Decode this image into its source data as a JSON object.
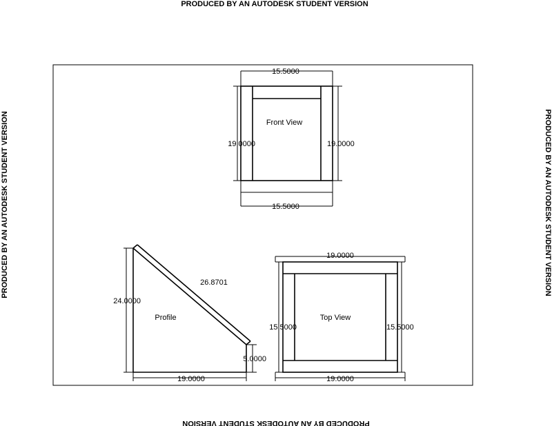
{
  "watermark": {
    "text": "PRODUCED BY AN AUTODESK STUDENT VERSION"
  },
  "front_view": {
    "label": "Front View",
    "dim_top": "15.5000",
    "dim_bottom": "15.5000",
    "dim_left": "19.0000",
    "dim_right": "19.0000"
  },
  "profile": {
    "label": "Profile",
    "dim_left": "24.0000",
    "dim_diagonal": "26.8701",
    "dim_right": "5.0000",
    "dim_bottom": "19.0000"
  },
  "top_view": {
    "label": "Top View",
    "dim_top": "19.0000",
    "dim_bottom": "19.0000",
    "dim_left": "15.5000",
    "dim_right": "15.5000"
  }
}
